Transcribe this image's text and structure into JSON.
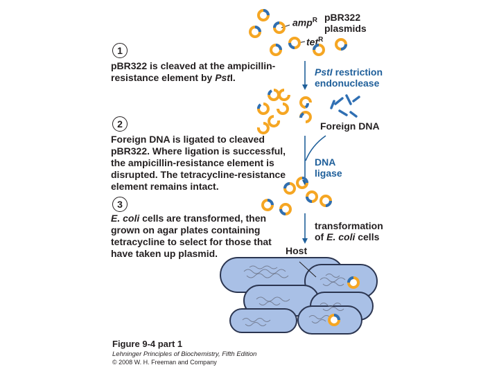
{
  "labels": {
    "amp": "amp",
    "amp_sup": "R",
    "tet": "tet",
    "tet_sup": "R",
    "plasmids": "pBR322\nplasmids",
    "pst_i": "PstI",
    "restriction": " restriction",
    "endonuclease": "endonuclease",
    "foreign_dna": "Foreign DNA",
    "dna_ligase": "DNA\nligase",
    "transformation": "transformation",
    "of": "of ",
    "e_coli": "E. coli",
    "cells": " cells",
    "host_dna": "Host\nDNA"
  },
  "steps": [
    {
      "num": "1",
      "text_a": "pBR322 is cleaved at the ampicillin-\nresistance element by ",
      "text_em": "Pst",
      "text_b": "I."
    },
    {
      "num": "2",
      "text": "Foreign DNA is ligated to cleaved\npBR322. Where ligation is successful,\nthe ampicillin-resistance element is\ndisrupted. The tetracycline-resistance\nelement remains intact."
    },
    {
      "num": "3",
      "text_em": "E. coli",
      "text": " cells are transformed, then\ngrown on agar plates containing\ntetracycline to select for those that\nhave taken up plasmid."
    }
  ],
  "caption": {
    "figure": "Figure 9-4 part 1",
    "book": "Lehninger Principles of Biochemistry, Fifth Edition",
    "copyright": "© 2008 W. H. Freeman and Company"
  },
  "colors": {
    "arrow_blue": "#1f5f9a",
    "plasmid_orange": "#f5a623",
    "plasmid_blue": "#2f6fb3",
    "cell_fill": "#a9c0e6",
    "cell_stroke": "#2b3550"
  }
}
